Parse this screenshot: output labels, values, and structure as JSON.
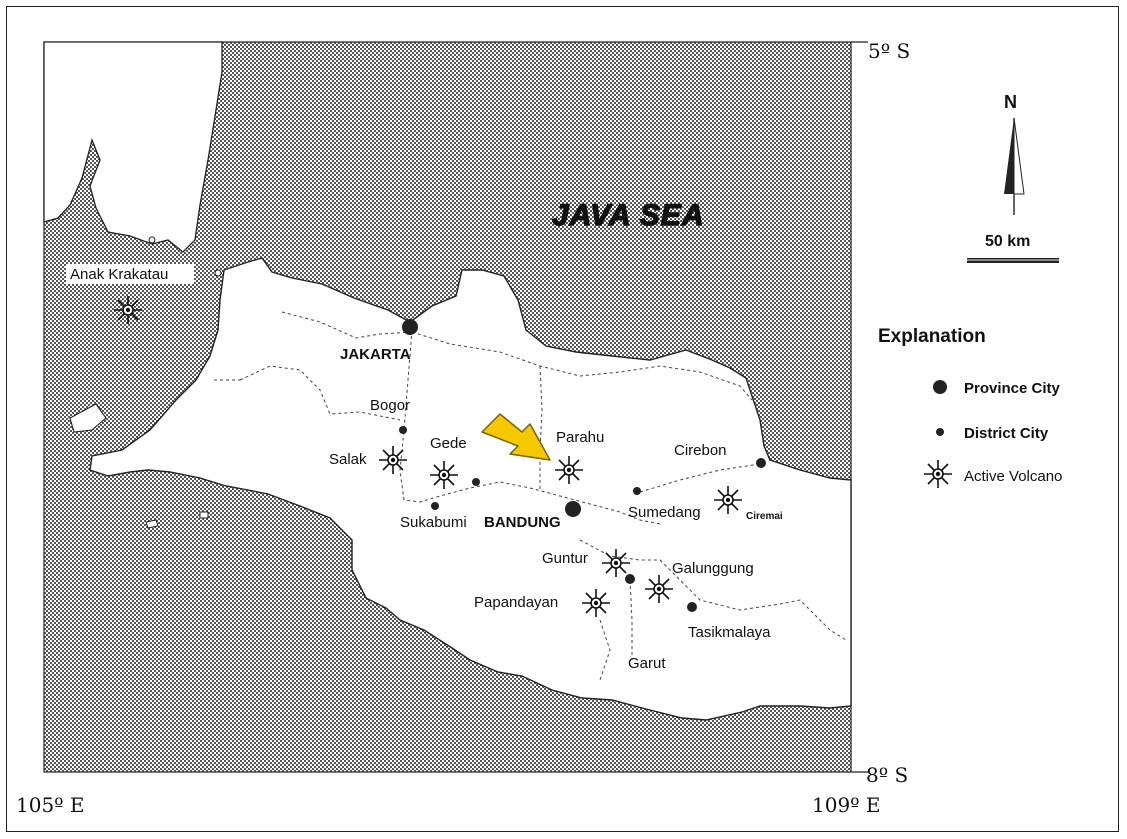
{
  "map": {
    "sea_label": "JAVA SEA",
    "coordinates": {
      "top_lat": "5º S",
      "bottom_lat": "8º S",
      "left_lon": "105º E",
      "right_lon": "109º E"
    },
    "north_label": "N",
    "scale_label": "50 km",
    "place_labels": {
      "anak_krakatau": "Anak Krakatau",
      "jakarta": "JAKARTA",
      "bogor": "Bogor",
      "salak": "Salak",
      "gede": "Gede",
      "sukabumi": "Sukabumi",
      "bandung": "BANDUNG",
      "parahu": "Parahu",
      "cirebon": "Cirebon",
      "sumedang": "Sumedang",
      "ciremai": "Ciremai",
      "guntur": "Guntur",
      "galunggung": "Galunggung",
      "papandayan": "Papandayan",
      "garut": "Garut",
      "tasikmalaya": "Tasikmalaya"
    },
    "legend": {
      "title": "Explanation",
      "items": [
        {
          "label": "Province City",
          "icon": "large-dot-icon"
        },
        {
          "label": "District City",
          "icon": "small-dot-icon"
        },
        {
          "label": "Active Volcano",
          "icon": "volcano-star-icon"
        }
      ]
    },
    "colors": {
      "sea_hatch": "#555555",
      "land": "#ffffff",
      "arrow": "#f5c800",
      "arrow_outline": "#7a6200"
    }
  }
}
